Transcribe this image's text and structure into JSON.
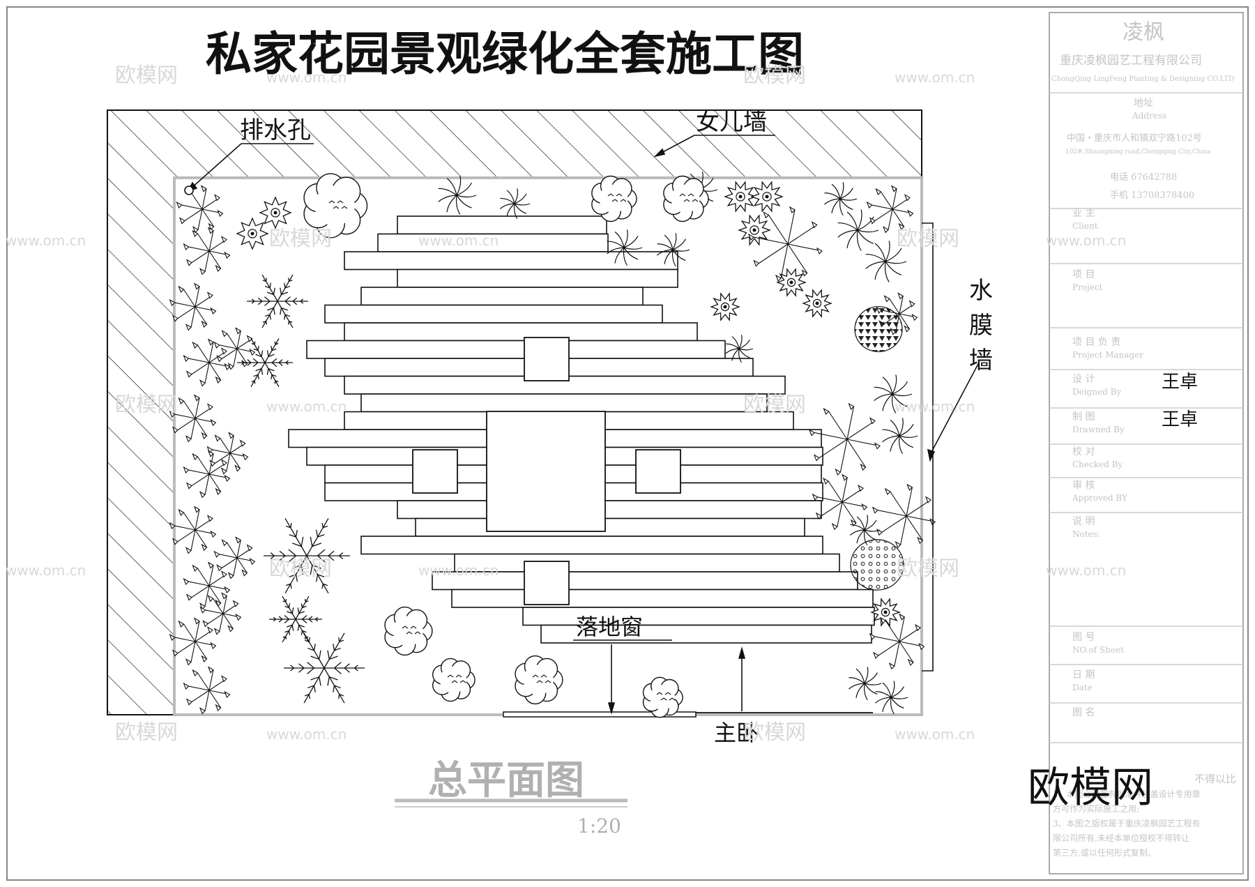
{
  "title": "私家花园景观绿化全套施工图",
  "labels": {
    "drain_hole": "排水孔",
    "parapet_wall": "女儿墙",
    "water_film_wall": [
      "水",
      "膜",
      "墙"
    ],
    "floor_window": "落地窗",
    "master_bedroom": "主卧"
  },
  "plan": {
    "name": "总平面图",
    "scale": "1:20"
  },
  "title_block": {
    "company_short": "凌枫",
    "company_name": "重庆凌枫园艺工程有限公司",
    "company_en": "ChongQing LingFeng Planting & Designing CO.LTD",
    "address_cn": "地址",
    "address_en": "Address",
    "address_line_cn": "中国・重庆市人和镇双宁路102号",
    "address_line_en": "102#,Shuangning road,Chongqing City,China",
    "phone": "电话  67642788",
    "mobile": "手机  13708378400",
    "rows": [
      {
        "cn": "业    主",
        "en": "Client",
        "value": ""
      },
      {
        "cn": "项    目",
        "en": "Project",
        "value": ""
      },
      {
        "cn": "项 目 负 责",
        "en": "Project Manager",
        "value": ""
      },
      {
        "cn": "设    计",
        "en": "Deigned By",
        "value": "王卓"
      },
      {
        "cn": "制    图",
        "en": "Drawned By",
        "value": "王卓"
      },
      {
        "cn": "校    对",
        "en": "Checked By",
        "value": ""
      },
      {
        "cn": "审    核",
        "en": "Approved BY",
        "value": ""
      },
      {
        "cn": "说    明",
        "en": "Notes:",
        "value": ""
      },
      {
        "cn": "图    号",
        "en": "NO.of Sheet",
        "value": ""
      },
      {
        "cn": "日    期",
        "en": "Date",
        "value": ""
      },
      {
        "cn": "图    名",
        "en": "",
        "value": ""
      }
    ],
    "notes": [
      "不得以比",
      "2、本图必需签有批准并加盖设计专用章",
      "方可作为实际施工之用;",
      "3、本图之版权属于重庆凌枫园艺工程有",
      "限公司所有,未经本单位授权不得转让",
      "第三方,或以任何形式复制。"
    ]
  },
  "watermark": {
    "brand": "欧模网",
    "url": "www.om.cn",
    "large": "欧模网"
  }
}
